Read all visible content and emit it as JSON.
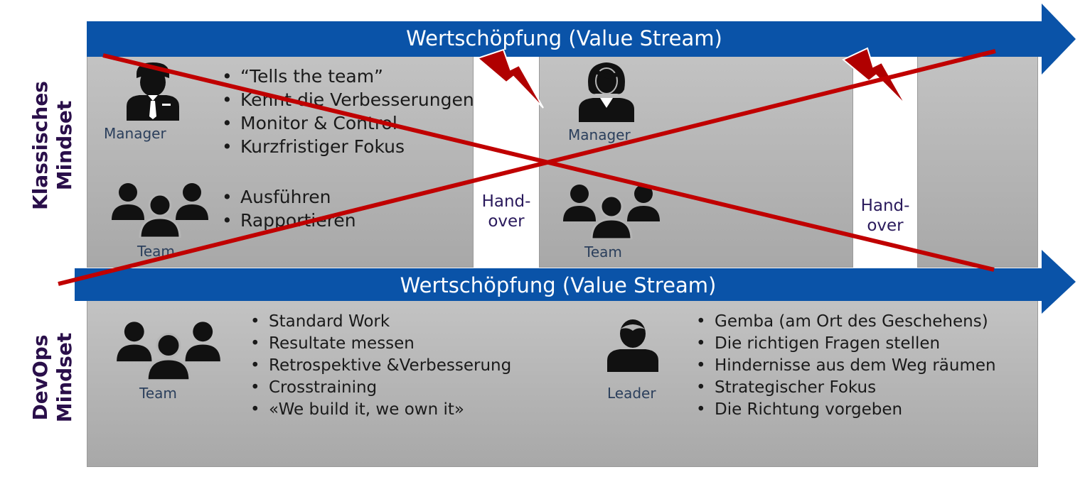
{
  "colors": {
    "arrow": "#0a53a8",
    "cross": "#c00000",
    "lightning": "#b00000",
    "label": "#2a0f4a"
  },
  "side_labels": {
    "classic": "Klassisches\nMindset",
    "devops": "DevOps\nMindset"
  },
  "arrows": {
    "top": "Wertschöpfung (Value Stream)",
    "bottom": "Wertschöpfung (Value Stream)"
  },
  "classic": {
    "box1": {
      "manager_label": "Manager",
      "manager_bullets": [
        "“Tells the team”",
        "Kennt die Verbesserungen",
        "Monitor & Control",
        "Kurzfristiger Fokus"
      ],
      "team_label": "Team",
      "team_bullets": [
        "Ausführen",
        "Rapportieren"
      ]
    },
    "box2": {
      "manager_label": "Manager",
      "team_label": "Team"
    },
    "handover1": "Hand-\nover",
    "handover2": "Hand-\nover"
  },
  "devops": {
    "team_label": "Team",
    "team_bullets": [
      "Standard Work",
      "Resultate messen",
      "Retrospektive &Verbesserung",
      "Crosstraining",
      "«We build it, we own it»"
    ],
    "leader_label": "Leader",
    "leader_bullets": [
      "Gemba (am Ort des Geschehens)",
      "Die richtigen Fragen stellen",
      "Hindernisse aus dem Weg räumen",
      "Strategischer Fokus",
      "Die Richtung vorgeben"
    ]
  },
  "icons": [
    "businessman-icon",
    "team-icon",
    "businesswoman-icon",
    "leader-icon",
    "lightning-icon",
    "cross-out-icon"
  ]
}
